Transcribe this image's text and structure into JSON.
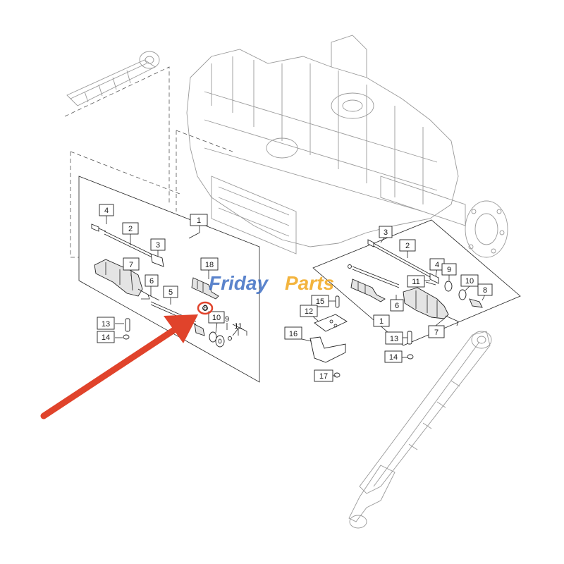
{
  "watermark": {
    "text_left": "Friday",
    "text_right": "Parts",
    "color_left": "#3f6fc4",
    "color_right": "#f2a81d"
  },
  "callouts_left": {
    "c1": "1",
    "c2": "2",
    "c3": "3",
    "c4": "4",
    "c5": "5",
    "c6": "6",
    "c7": "7",
    "c8": "8",
    "c9": "9",
    "c10": "10",
    "c11": "11",
    "c13": "13",
    "c14": "14",
    "c18": "18"
  },
  "callouts_right": {
    "c1": "1",
    "c2": "2",
    "c3": "3",
    "c4": "4",
    "c6": "6",
    "c7": "7",
    "c8": "8",
    "c9": "9",
    "c10": "10",
    "c11": "11",
    "c12": "12",
    "c13": "13",
    "c14": "14",
    "c15": "15",
    "c16": "16",
    "c17": "17"
  },
  "highlight": {
    "target_part": "8",
    "arrow_color": "#e0432b"
  }
}
